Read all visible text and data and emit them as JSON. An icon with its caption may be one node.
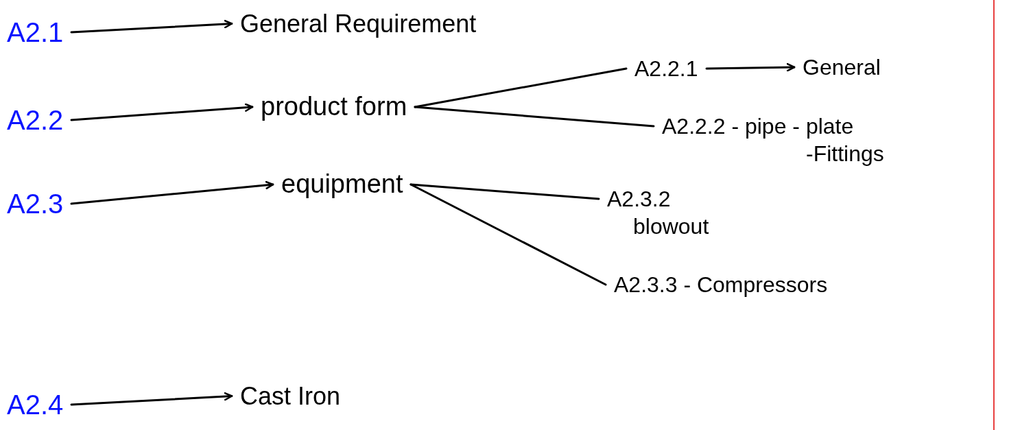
{
  "diagram": {
    "nodes": [
      {
        "text": [
          "A2.1"
        ]
      },
      {
        "text": [
          "General Requirement"
        ]
      },
      {
        "text": [
          "A2.2"
        ]
      },
      {
        "text": [
          "product form"
        ]
      },
      {
        "text": [
          "A2.2.1"
        ]
      },
      {
        "text": [
          "General"
        ]
      },
      {
        "text": [
          "A2.2.2 - pipe - plate",
          "-Fittings"
        ]
      },
      {
        "text": [
          "A2.3"
        ]
      },
      {
        "text": [
          "equipment"
        ]
      },
      {
        "text": [
          "A2.3.2",
          "blowout"
        ]
      },
      {
        "text": [
          "A2.3.3 - Compressors"
        ]
      },
      {
        "text": [
          "A2.4"
        ]
      },
      {
        "text": [
          "Cast Iron"
        ]
      }
    ],
    "edges": [
      {
        "from": 0,
        "to": 1,
        "arrow": "to"
      },
      {
        "from": 2,
        "to": 3,
        "arrow": "to"
      },
      {
        "from": 3,
        "to": 4,
        "arrow": "none"
      },
      {
        "from": 3,
        "to": 6,
        "arrow": "none"
      },
      {
        "from": 4,
        "to": 5,
        "arrow": "to"
      },
      {
        "from": 7,
        "to": 8,
        "arrow": "to"
      },
      {
        "from": 8,
        "to": 9,
        "arrow": "none"
      },
      {
        "from": 8,
        "to": 10,
        "arrow": "none"
      },
      {
        "from": 11,
        "to": 12,
        "arrow": "to"
      }
    ]
  }
}
